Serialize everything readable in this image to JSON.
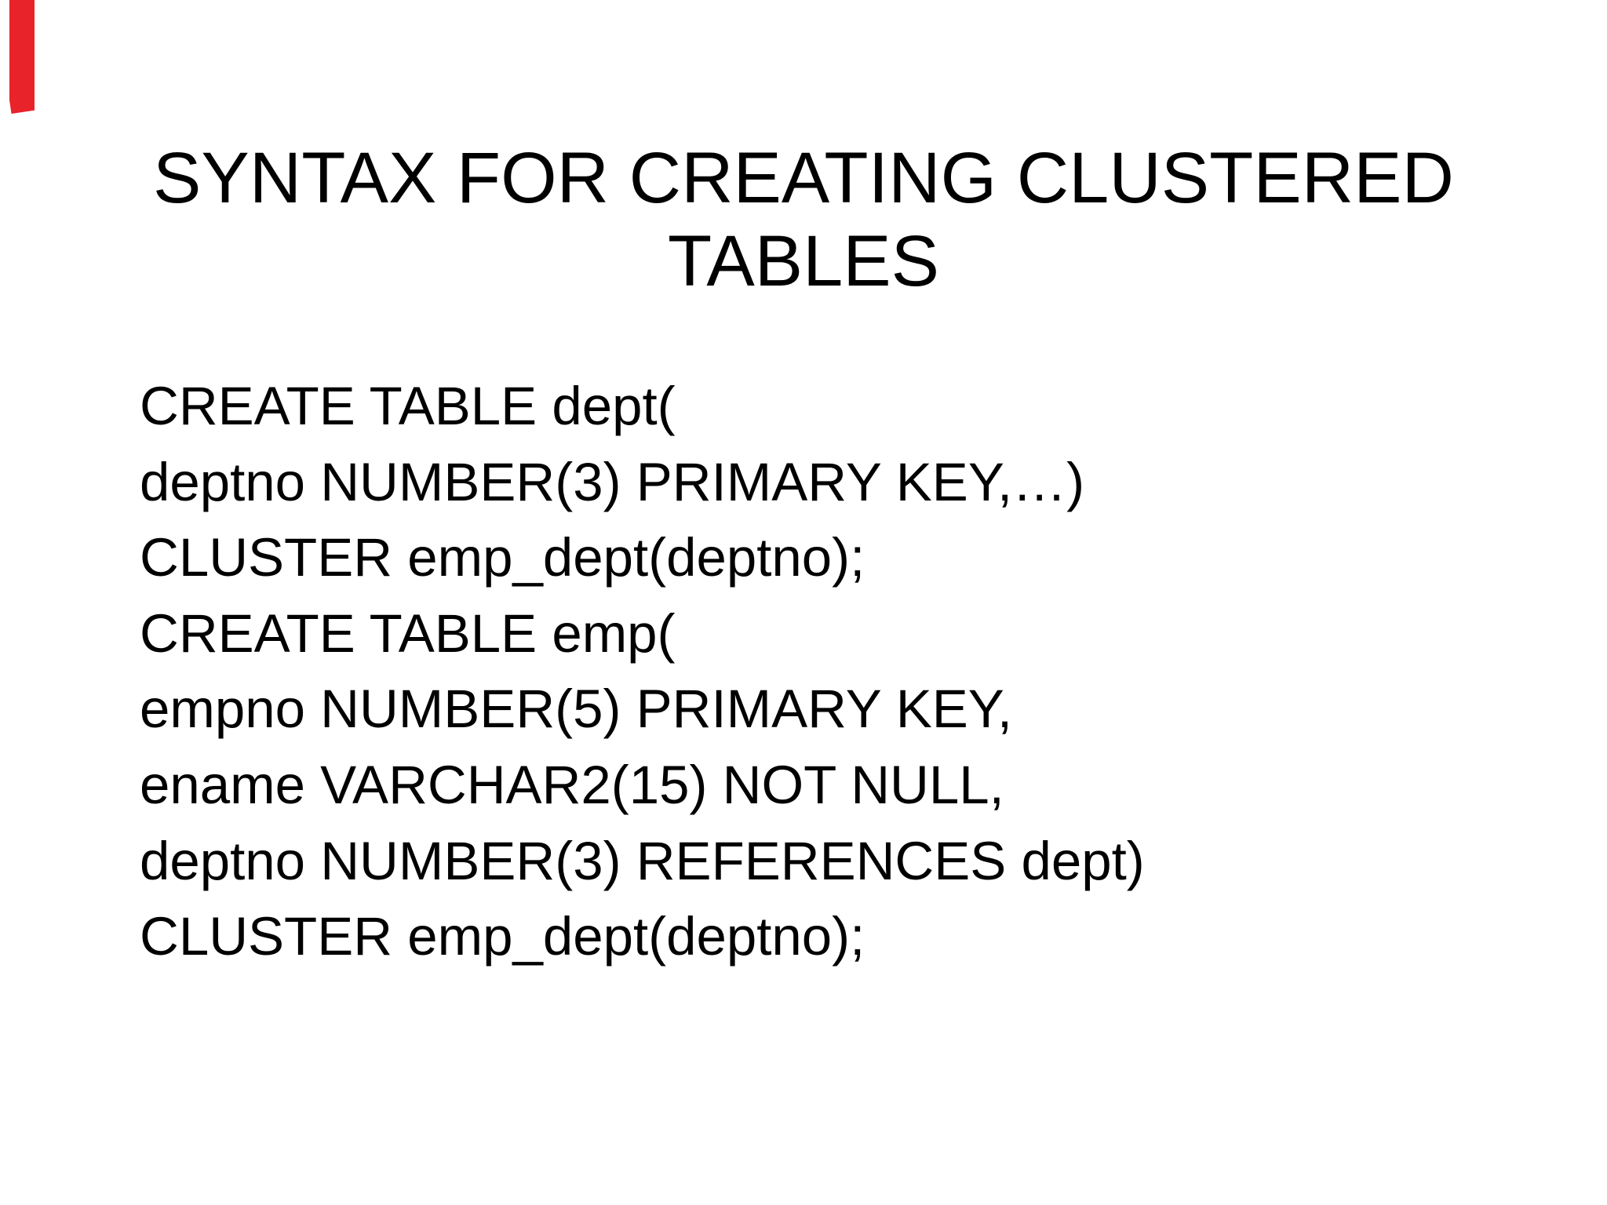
{
  "slide": {
    "title": {
      "line1": "SYNTAX FOR CREATING CLUSTERED",
      "line2": "TABLES"
    },
    "body_lines": [
      "CREATE TABLE dept(",
      "deptno NUMBER(3) PRIMARY KEY,…)",
      "CLUSTER emp_dept(deptno);",
      "CREATE TABLE emp(",
      "empno NUMBER(5) PRIMARY KEY,",
      "ename VARCHAR2(15) NOT NULL,",
      "deptno NUMBER(3) REFERENCES dept)",
      "CLUSTER emp_dept(deptno);"
    ],
    "colors": {
      "background": "#ffffff",
      "text": "#000000",
      "corner_mark_red": "#e8232a"
    }
  }
}
